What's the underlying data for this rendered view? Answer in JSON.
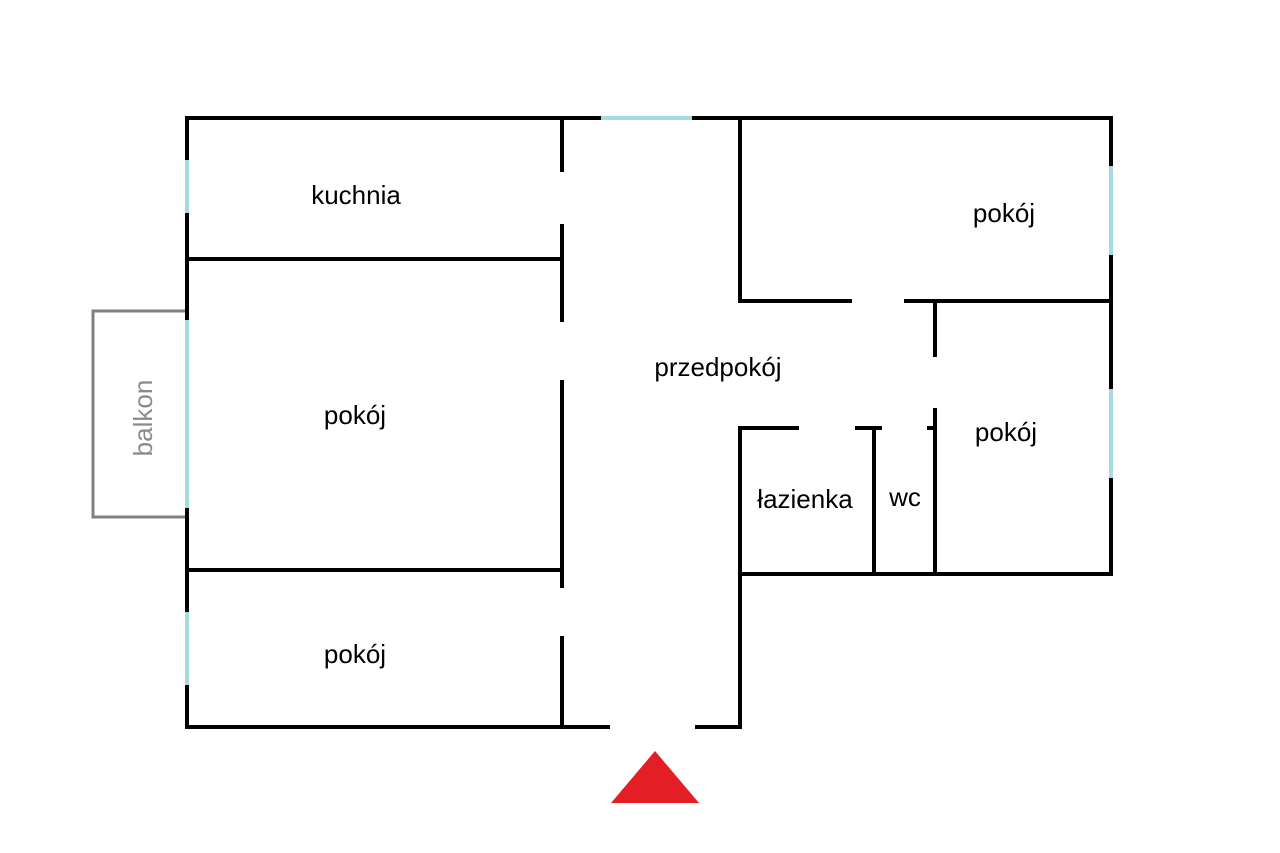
{
  "plan": {
    "colors": {
      "wall": "#000000",
      "window": "#a6dbe3",
      "balcony": "#808080",
      "entrance_marker": "#e31e24"
    },
    "rooms": {
      "kitchen": "kuchnia",
      "living_room": "pokój",
      "bottom_left_room": "pokój",
      "top_right_room": "pokój",
      "right_room": "pokój",
      "hallway": "przedpokój",
      "bathroom": "łazienka",
      "toilet": "wc",
      "balcony": "balkon"
    }
  }
}
